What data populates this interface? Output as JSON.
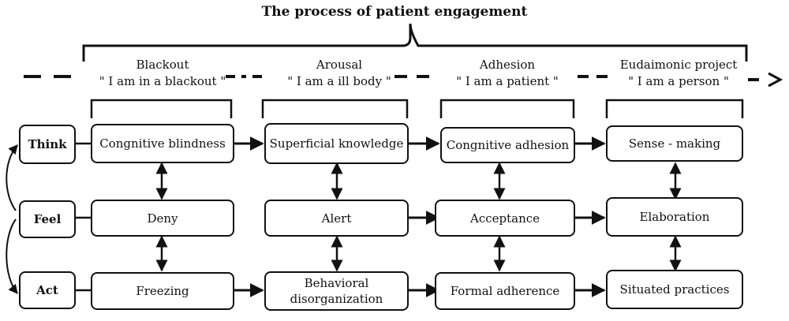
{
  "title": "The process of patient engagement",
  "stages": [
    {
      "name": "Blackout",
      "quote": "\" I am in a blackout \""
    },
    {
      "name": "Arousal",
      "quote": "\" I am a ill body \""
    },
    {
      "name": "Adhesion",
      "quote": "\" I am a patient \""
    },
    {
      "name": "Eudaimonic project",
      "quote": "\" I am a person \""
    }
  ],
  "rows": [
    {
      "label": "Think",
      "cells": [
        "Congnitive blindness",
        "Superficial knowledge",
        "Congnitive adhesion",
        "Sense - making"
      ]
    },
    {
      "label": "Feel",
      "cells": [
        "Deny",
        "Alert",
        "Acceptance",
        "Elaboration"
      ]
    },
    {
      "label": "Act",
      "cells": [
        "Freezing",
        "Behavioral disorganization",
        "Formal adherence",
        "Situated practices"
      ]
    }
  ]
}
